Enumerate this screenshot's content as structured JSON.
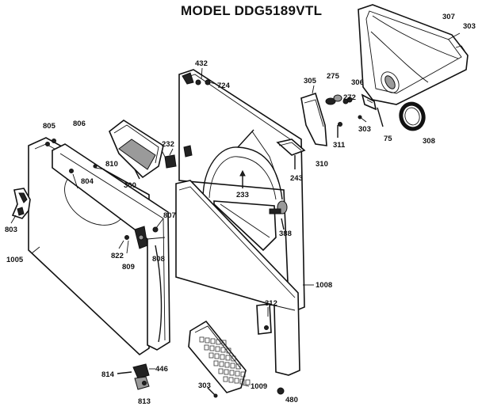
{
  "title": "MODEL DDG5189VTL",
  "parts": [
    {
      "id": "l307",
      "label": "307"
    },
    {
      "id": "l303a",
      "label": "303"
    },
    {
      "id": "l432",
      "label": "432"
    },
    {
      "id": "l724",
      "label": "724"
    },
    {
      "id": "l305",
      "label": "305"
    },
    {
      "id": "l275",
      "label": "275"
    },
    {
      "id": "l306",
      "label": "306"
    },
    {
      "id": "l272",
      "label": "272"
    },
    {
      "id": "l303b",
      "label": "303"
    },
    {
      "id": "l75",
      "label": "75"
    },
    {
      "id": "l308",
      "label": "308"
    },
    {
      "id": "l311",
      "label": "311"
    },
    {
      "id": "l805",
      "label": "805"
    },
    {
      "id": "l806",
      "label": "806"
    },
    {
      "id": "l232",
      "label": "232"
    },
    {
      "id": "l810",
      "label": "810"
    },
    {
      "id": "l804",
      "label": "804"
    },
    {
      "id": "l300",
      "label": "300"
    },
    {
      "id": "l233",
      "label": "233"
    },
    {
      "id": "l243",
      "label": "243"
    },
    {
      "id": "l310",
      "label": "310"
    },
    {
      "id": "l807",
      "label": "807"
    },
    {
      "id": "l803",
      "label": "803"
    },
    {
      "id": "l388",
      "label": "388"
    },
    {
      "id": "l822",
      "label": "822"
    },
    {
      "id": "l808",
      "label": "808"
    },
    {
      "id": "l809",
      "label": "809"
    },
    {
      "id": "l1005",
      "label": "1005"
    },
    {
      "id": "l1008",
      "label": "1008"
    },
    {
      "id": "l312",
      "label": "312"
    },
    {
      "id": "l814",
      "label": "814"
    },
    {
      "id": "l446",
      "label": "446"
    },
    {
      "id": "l813",
      "label": "813"
    },
    {
      "id": "l303c",
      "label": "303"
    },
    {
      "id": "l1009",
      "label": "1009"
    },
    {
      "id": "l480",
      "label": "480"
    }
  ]
}
